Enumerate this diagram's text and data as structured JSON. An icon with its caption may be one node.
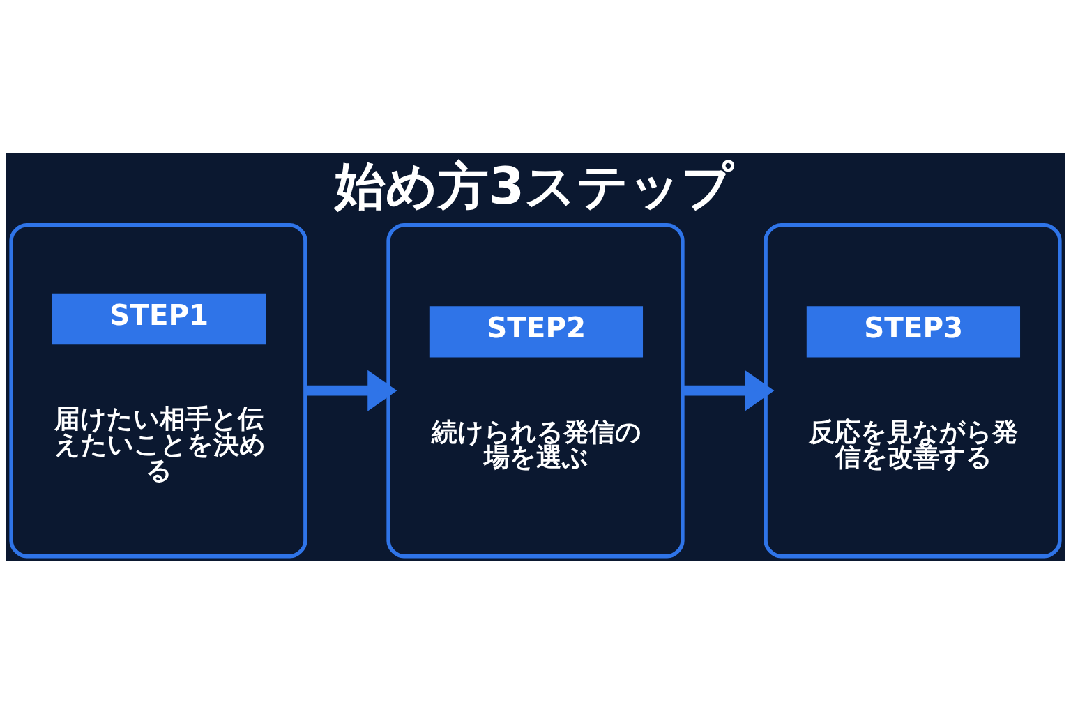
{
  "diagram": {
    "title": "始め方3ステップ",
    "nodes": [
      {
        "text": [
          "STEP1",
          "届けたい相手と伝えたいことを決める"
        ]
      },
      {
        "text": [
          "STEP2",
          "続けられる発信の場を選ぶ"
        ]
      },
      {
        "text": [
          "STEP3",
          "反応を見ながら発信を改善する"
        ]
      }
    ],
    "edges": [
      {
        "from": 0,
        "to": 1,
        "arrow": "to"
      },
      {
        "from": 1,
        "to": 2,
        "arrow": "to"
      }
    ]
  }
}
